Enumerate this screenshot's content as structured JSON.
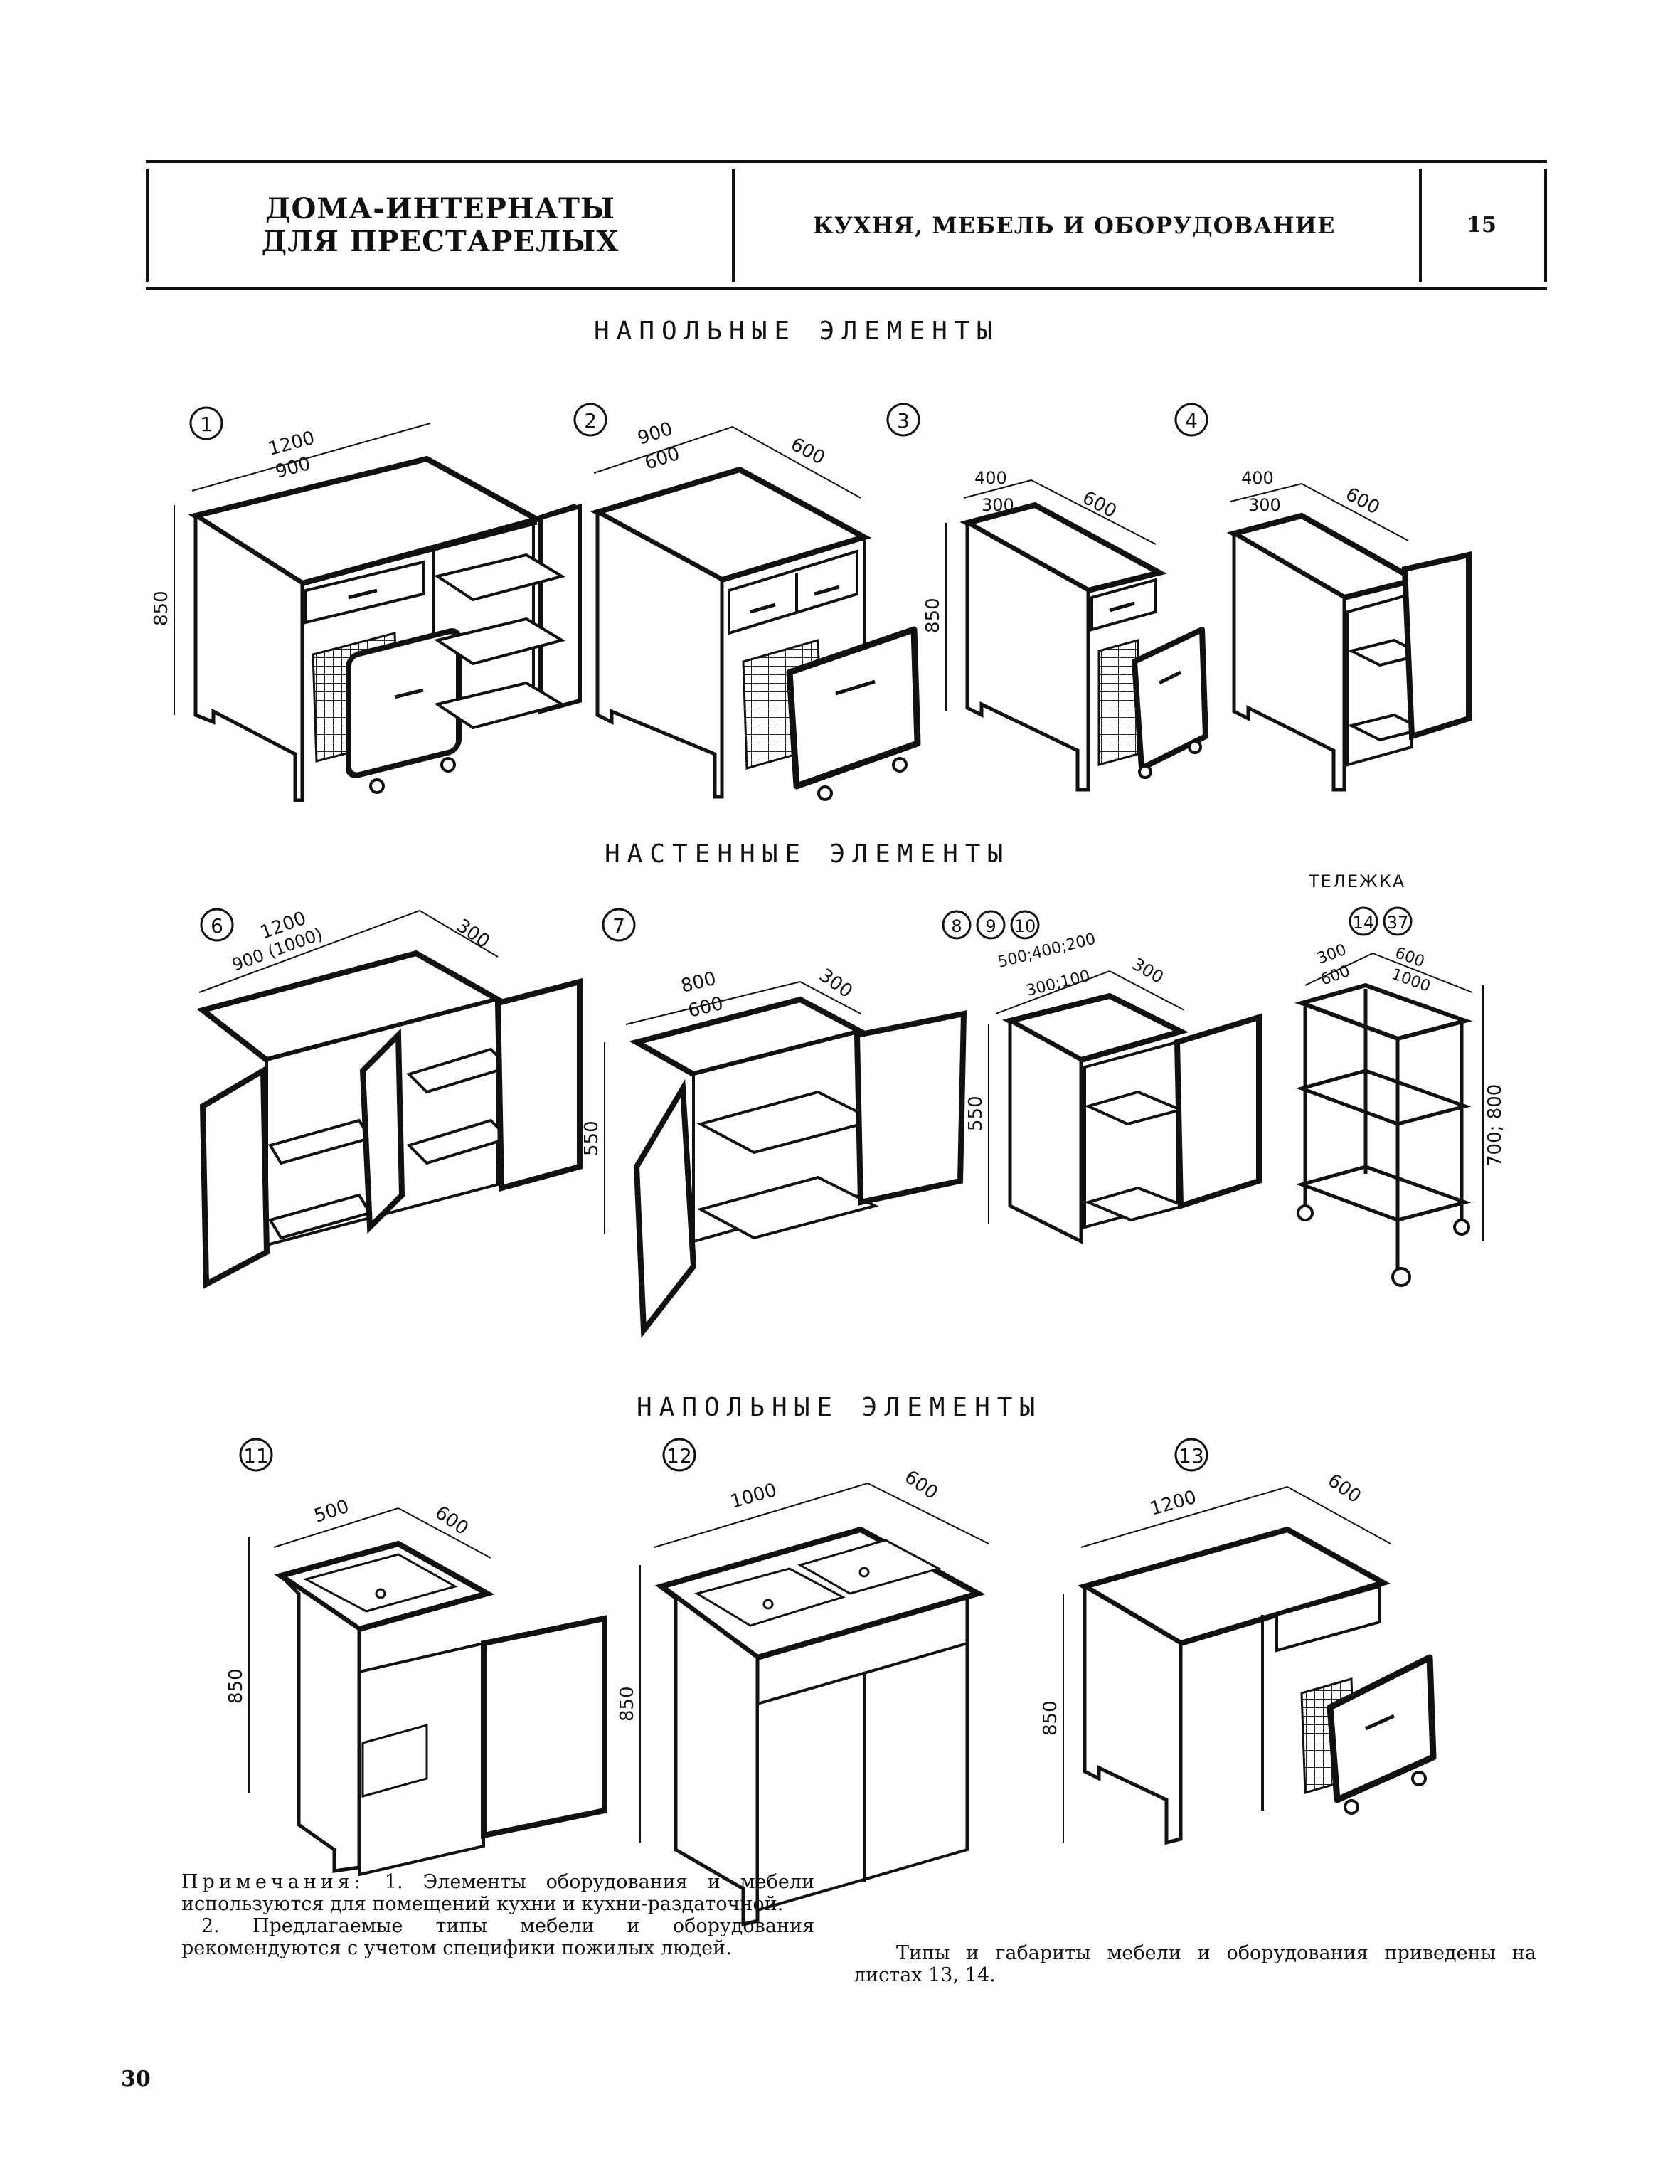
{
  "header": {
    "org_line1": "ДОМА-ИНТЕРНАТЫ",
    "org_line2": "ДЛЯ ПРЕСТАРЕЛЫХ",
    "section": "КУХНЯ, МЕБЕЛЬ И ОБОРУДОВАНИЕ",
    "page_number": "15"
  },
  "sections": {
    "floor_top": "НАПОЛЬНЫЕ ЭЛЕМЕНТЫ",
    "wall": "НАСТЕННЫЕ ЭЛЕМЕНТЫ",
    "trolley": "ТЕЛЕЖКА",
    "floor_bottom": "НАПОЛЬНЫЕ ЭЛЕМЕНТЫ"
  },
  "items": {
    "i1": {
      "num": "1",
      "w1": "1200",
      "w2": "900",
      "h": "850"
    },
    "i2": {
      "num": "2",
      "w1": "900",
      "w2": "600",
      "d": "600"
    },
    "i3": {
      "num": "3",
      "w1": "400",
      "w2": "300",
      "d": "600",
      "h": "850"
    },
    "i4": {
      "num": "4",
      "w1": "400",
      "w2": "300",
      "d": "600"
    },
    "i6": {
      "num": "6",
      "w1": "1200",
      "w2": "900 (1000)",
      "d": "300"
    },
    "i7": {
      "num": "7",
      "w1": "800",
      "w2": "600",
      "d": "300",
      "h": "550"
    },
    "i8": {
      "nums": [
        "8",
        "9",
        "10"
      ],
      "w1": "500;400;200",
      "w2": "300;100",
      "d": "300",
      "h": "550"
    },
    "i14": {
      "nums": [
        "14",
        "37"
      ],
      "a1": "300",
      "a2": "600",
      "b1": "600",
      "b2": "1000",
      "h": "700; 800"
    },
    "i11": {
      "num": "11",
      "w": "500",
      "d": "600",
      "h": "850"
    },
    "i12": {
      "num": "12",
      "w": "1000",
      "d": "600",
      "h": "850"
    },
    "i13": {
      "num": "13",
      "w": "1200",
      "d": "600",
      "h": "850"
    }
  },
  "notes": {
    "label": "Примечания:",
    "n1": " 1. Элементы оборудования и мебели используются для помещений кухни и кухни-раздаточной.",
    "n2": "2. Предлагаемые типы мебели и оборудования рекомендуются с учетом специфики пожилых людей.",
    "n3": "Типы и габариты мебели и оборудования приведены на листах 13, 14."
  },
  "folio": "30"
}
